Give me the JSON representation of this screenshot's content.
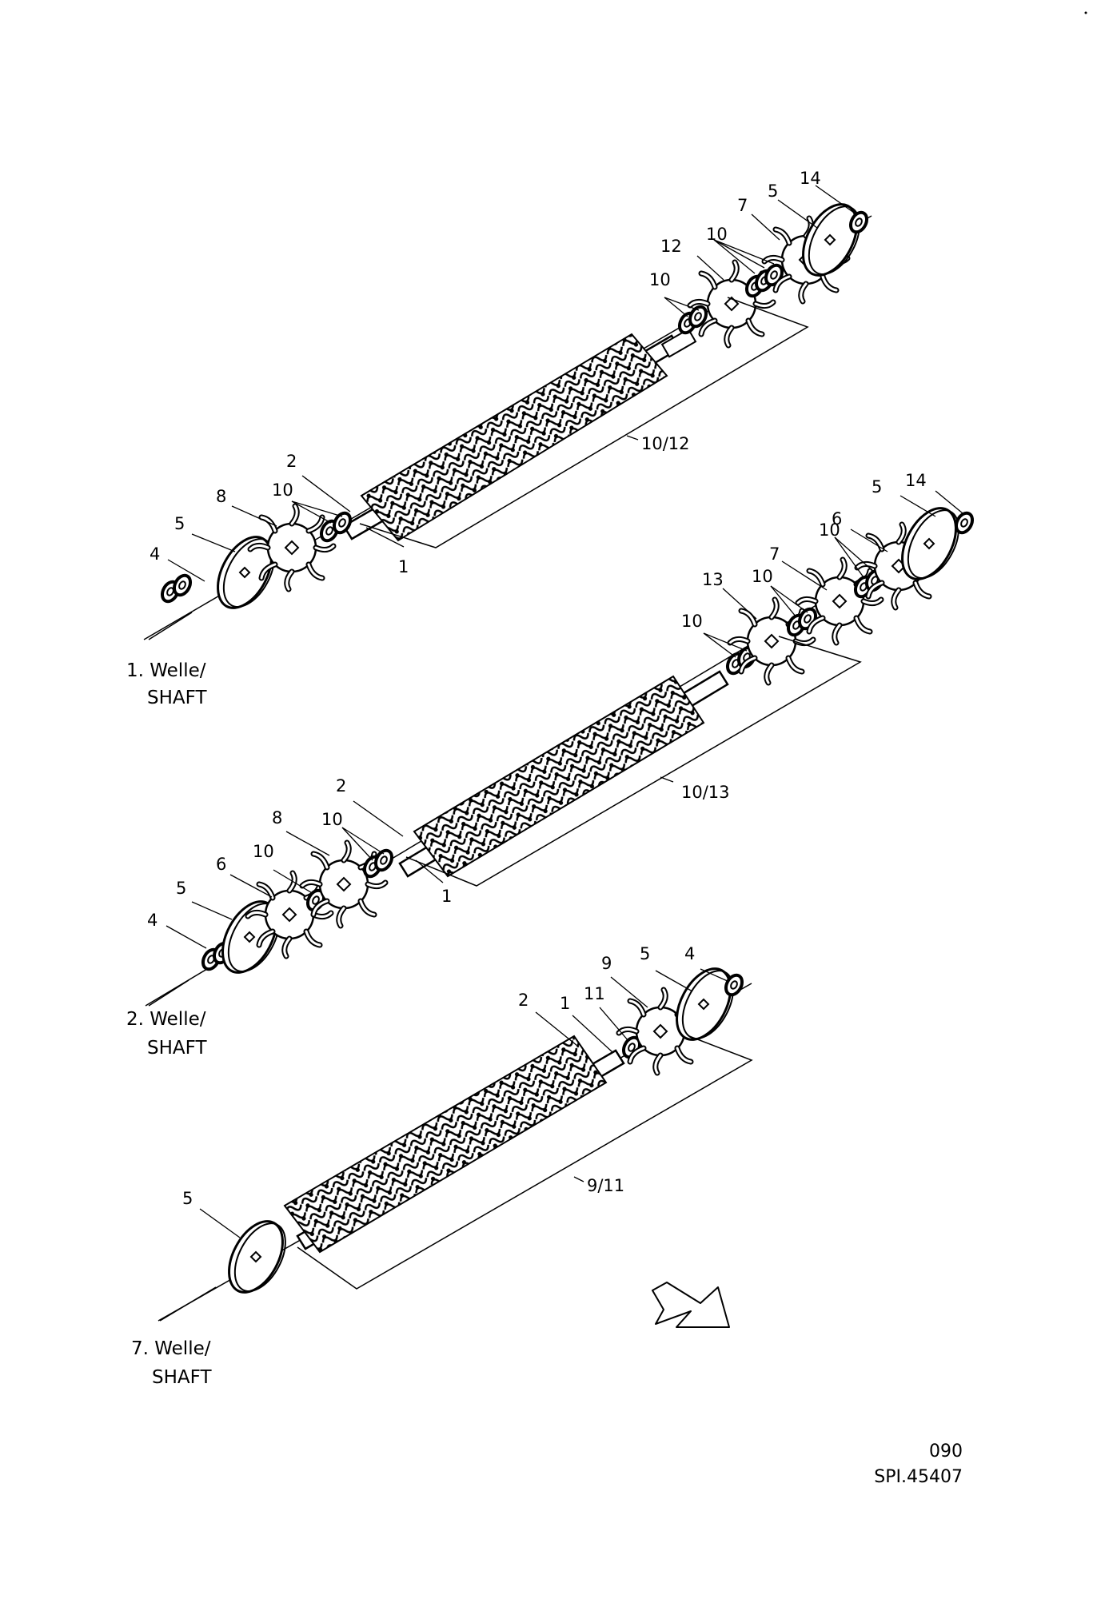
{
  "shafts": [
    {
      "id": "shaft-1",
      "caption_line1": "1. Welle/",
      "caption_line2": "SHAFT",
      "labels": [
        "14",
        "5",
        "7",
        "12",
        "10",
        "10",
        "10/12",
        "2",
        "8",
        "10",
        "5",
        "4",
        "1"
      ]
    },
    {
      "id": "shaft-2",
      "caption_line1": "2. Welle/",
      "caption_line2": "SHAFT",
      "labels": [
        "5",
        "14",
        "6",
        "10",
        "7",
        "13",
        "10",
        "10",
        "10/13",
        "2",
        "8",
        "10",
        "10",
        "6",
        "5",
        "4",
        "1"
      ]
    },
    {
      "id": "shaft-7",
      "caption_line1": "7. Welle/",
      "caption_line2": "SHAFT",
      "labels": [
        "5",
        "4",
        "9",
        "2",
        "1",
        "11",
        "9/11",
        "5"
      ]
    }
  ],
  "footer": {
    "page_number": "090",
    "drawing_ref": "SPI.45407"
  },
  "icons": {
    "direction": "arrow-icon"
  }
}
